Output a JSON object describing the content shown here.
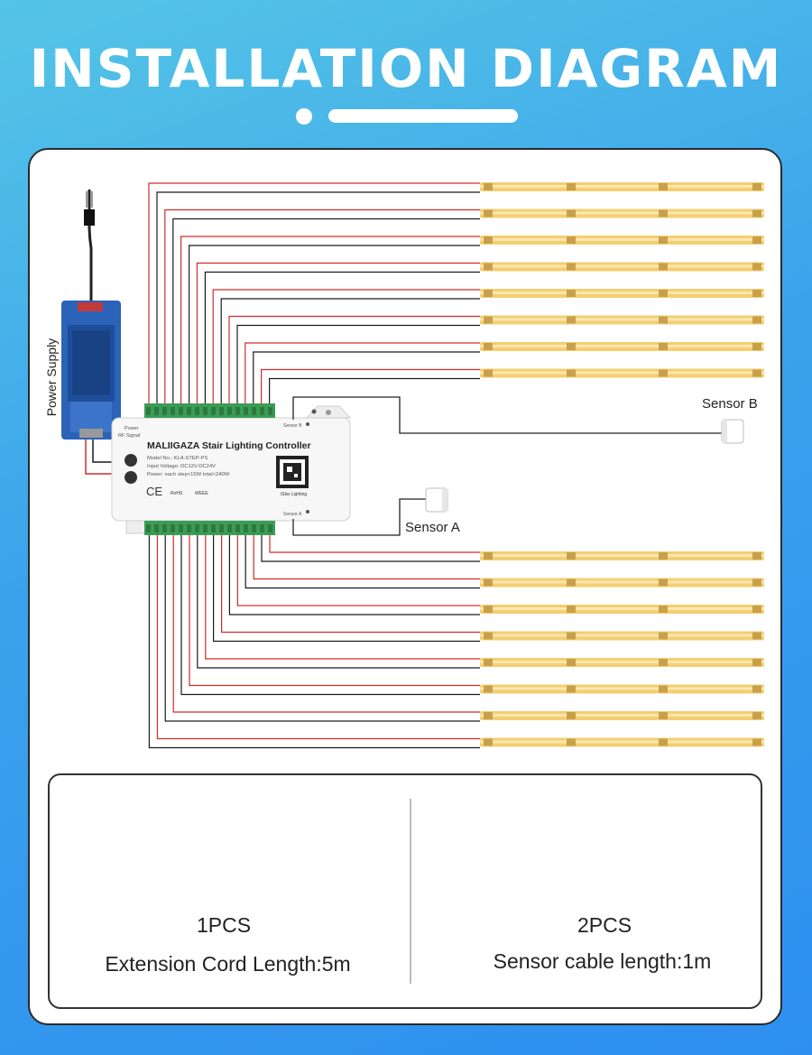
{
  "title": "INSTALLATION DIAGRAM",
  "power_supply": {
    "label": "Power Supply"
  },
  "controller": {
    "brand_title": "MALIIGAZA Stair Lighting Controller",
    "model": "Model No.: KLA-STEP-PS",
    "input_voltage": "Input Voltage: DC12V-DC24V",
    "power": "Power: each step<15W total<240W",
    "app_label": "iStar Lighting",
    "power_led_label": "Power",
    "rf_led_label": "RF Signal",
    "sensor_b_port": "Sensor B",
    "sensor_a_port": "Sensor A",
    "cert_marks": [
      "CE",
      "RoHS",
      "WEEE"
    ]
  },
  "sensors": {
    "a_label": "Sensor A",
    "b_label": "Sensor B"
  },
  "led_strip_count_top": 8,
  "led_strip_count_bottom": 8,
  "colors": {
    "positive_wire": "#d42a2a",
    "negative_wire": "#1a1a1a",
    "strip": "#f3cf72",
    "background": "#3aa2ec"
  },
  "accessories": [
    {
      "qty": "1PCS",
      "caption": "Extension Cord Length:5m"
    },
    {
      "qty": "2PCS",
      "caption": "Sensor cable length:1m"
    }
  ]
}
